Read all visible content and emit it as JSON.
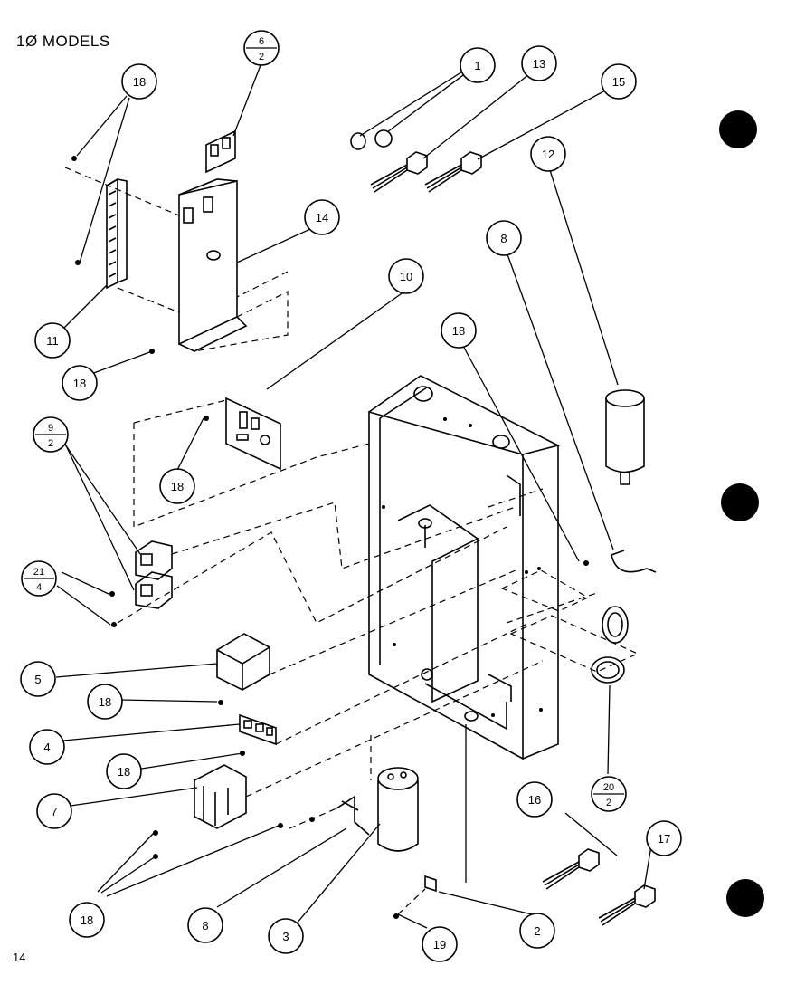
{
  "header": {
    "title": "1Ø MODELS"
  },
  "footer": {
    "page_number": "14"
  },
  "callouts": {
    "c1": "1",
    "c2": "2",
    "c3": "3",
    "c4": "4",
    "c5": "5",
    "c7": "7",
    "c8a": "8",
    "c8b": "8",
    "c10": "10",
    "c11": "11",
    "c12": "12",
    "c13": "13",
    "c14": "14",
    "c15": "15",
    "c16": "16",
    "c17": "17",
    "c19": "19",
    "c18a": "18",
    "c18b": "18",
    "c18c": "18",
    "c18d": "18",
    "c18e": "18",
    "c18f": "18",
    "c18g": "18"
  },
  "fraction_callouts": {
    "f6": {
      "num": "6",
      "den": "2"
    },
    "f9": {
      "num": "9",
      "den": "2"
    },
    "f21": {
      "num": "21",
      "den": "4"
    },
    "f20": {
      "num": "20",
      "den": "2"
    }
  }
}
